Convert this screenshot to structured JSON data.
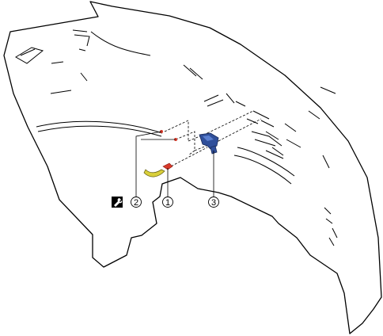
{
  "callouts": [
    {
      "id": "part-1",
      "label": "1"
    },
    {
      "id": "part-2",
      "label": "2"
    },
    {
      "id": "part-3",
      "label": "3"
    }
  ],
  "icons": {
    "torque": "wrench-icon"
  },
  "colors": {
    "line": "#000000",
    "part_blue": "#2f4f9a",
    "part_blue_light": "#5a7fd0",
    "part_red": "#d83a2a",
    "part_yellow": "#d9cf3a"
  }
}
